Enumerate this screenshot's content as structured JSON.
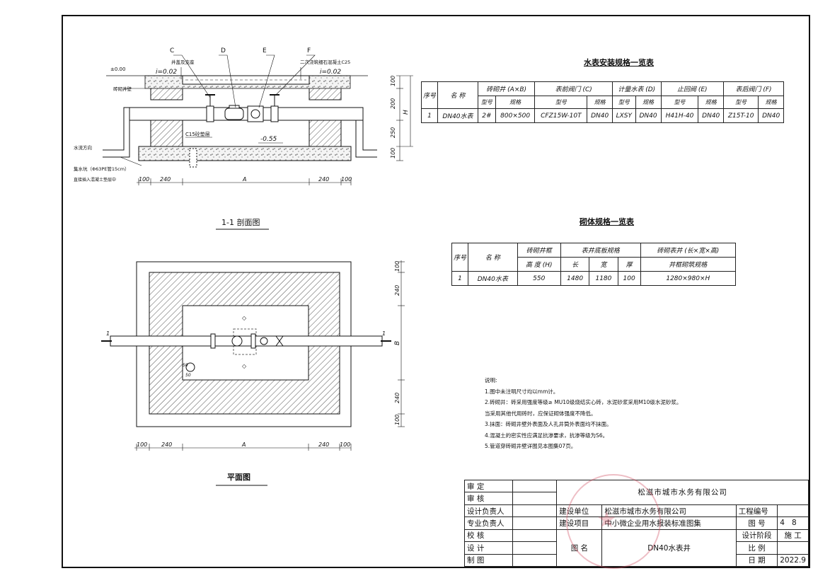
{
  "section": {
    "labels": {
      "c": "C",
      "d": "D",
      "e": "E",
      "f": "F"
    },
    "notes": {
      "elev_top": "±0.00",
      "slope_left": "i=0.02",
      "slope_right": "i=0.02",
      "cover": "井盖及支座",
      "concrete": "二次浇筑细石混凝土C25",
      "wall": "砖砌井壁",
      "cushion": "C15砼垫层",
      "elev_bottom": "-0.55",
      "flow": "水流方向",
      "sump": "集水坑（Φ63PE管15cm）",
      "sump2": "直接插入混凝土垫层中"
    },
    "dims_h": [
      "100",
      "240",
      "A",
      "240",
      "100"
    ],
    "dims_v": [
      "100",
      "200",
      "250",
      "100"
    ],
    "dim_h_label": "H",
    "title": "1-1  剖面图"
  },
  "plan": {
    "dims_h": [
      "100",
      "240",
      "A",
      "240",
      "100"
    ],
    "dims_v": [
      "100",
      "240",
      "B",
      "240",
      "100"
    ],
    "section_marks": [
      "1",
      "1"
    ],
    "corner_dims": [
      "50",
      "50"
    ],
    "title": "平面图"
  },
  "table1": {
    "title": "水表安装规格一览表",
    "h_seq": "序号",
    "h_name": "名  称",
    "h_groups": [
      "砖砌井 (A×B)",
      "表前阀门 (C)",
      "计量水表 (D)",
      "止回阀 (E)",
      "表后阀门 (F)"
    ],
    "h_sub": [
      "型号",
      "规格",
      "型号",
      "规格",
      "型号",
      "规格",
      "型号",
      "规格",
      "型号",
      "规格"
    ],
    "row": [
      "1",
      "DN40水表",
      "2#",
      "800×500",
      "CFZ15W-10T",
      "DN40",
      "LXSY",
      "DN40",
      "H41H-40",
      "DN40",
      "Z15T-10",
      "DN40"
    ]
  },
  "table2": {
    "title": "砌体规格一览表",
    "h_seq": "序号",
    "h_name": "名  称",
    "h_well": "砖砌井框",
    "h_well_sub": "高 度 (H)",
    "h_base": "表井底板规格",
    "h_base_sub": [
      "长",
      "宽",
      "厚"
    ],
    "h_out": "砖砌表井 (长×宽×高)",
    "h_out_sub": "井框砌筑规格",
    "row": [
      "1",
      "DN40水表",
      "550",
      "1480",
      "1180",
      "100",
      "1280×980×H"
    ]
  },
  "notes": {
    "heading": "说明:",
    "lines": [
      "1.图中未注明尺寸均以mm计。",
      "2.砖砌井：砖采用强度等级≥ MU10级烧结实心砖，水泥砂浆采用M10级水泥砂浆。",
      "当采用其他代用砖时，应保证砌体强度不降低。",
      "3.抹面：砖砌井壁外表面及人孔井筒外表面均不抹面。",
      "4.混凝土的密实性应满足抗渗要求，抗渗等级为S6。",
      "5.管道穿砖砌井壁详图见本图集07页。"
    ]
  },
  "title_block": {
    "roles": [
      "审  定",
      "审  核",
      "设计负责人",
      "专业负责人",
      "校  核",
      "设  计",
      "制  图"
    ],
    "company": "松滋市城市水务有限公司",
    "unit_label": "建设单位",
    "unit_value": "松滋市城市水务有限公司",
    "project_label": "建设项目",
    "project_value": "中小微企业用水报装标准图集",
    "drawing_label": "图  名",
    "drawing_value": "DN40水表井",
    "proj_no_label": "工程编号",
    "sheet_label": "图  号",
    "sheet_value": "4",
    "sheet_total": "8",
    "stage_label": "设计阶段",
    "stage_value": "施  工",
    "scale_label": "比  例",
    "date_label": "日  期",
    "date_value": "2022.9"
  }
}
